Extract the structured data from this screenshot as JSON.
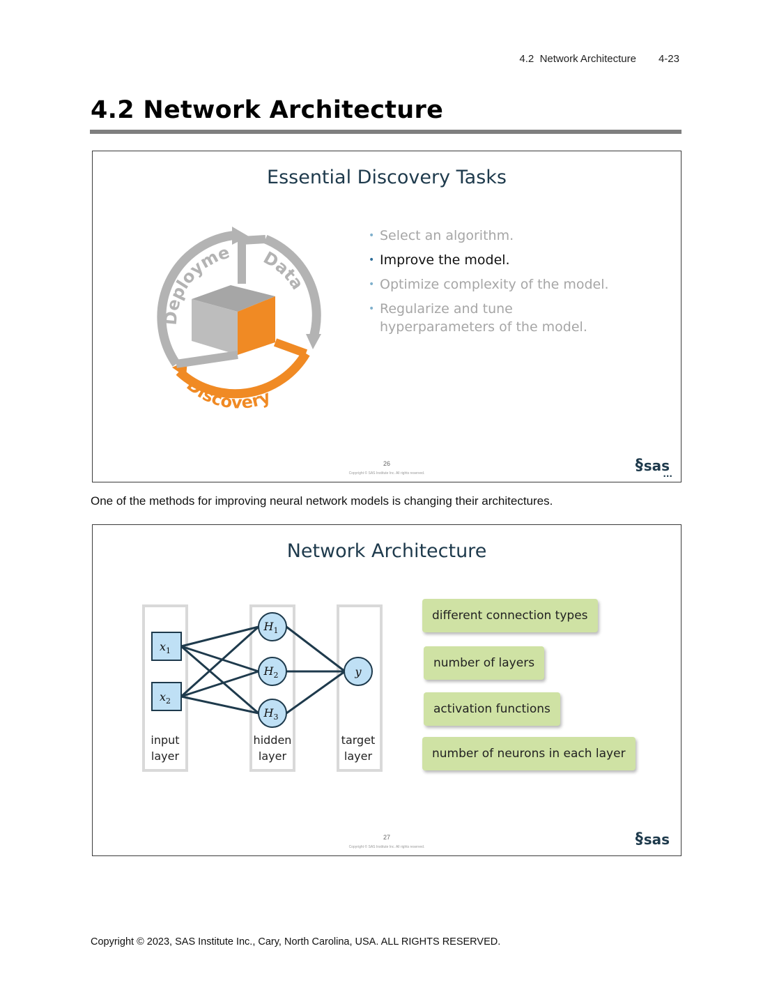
{
  "running_header": {
    "section": "4.2  Network Architecture",
    "page": "4-23"
  },
  "section_title": "4.2 Network Architecture",
  "slide1": {
    "title": "Essential Discovery Tasks",
    "cycle": {
      "deployment": "Deployment",
      "data": "Data",
      "discovery": "Discovery"
    },
    "bullets": [
      {
        "text": "Select an algorithm.",
        "state": "dim"
      },
      {
        "text": "Improve the model.",
        "state": "active"
      },
      {
        "text": "Optimize complexity of the model.",
        "state": "dim"
      },
      {
        "text": "Regularize and tune hyperparameters of the model.",
        "state": "dim"
      }
    ],
    "slide_number": "26",
    "copyright": "Copyright © SAS Institute Inc. All rights reserved.",
    "logo_text": "sas",
    "more_indicator": "..."
  },
  "body_text": "One of the methods for improving neural network models is changing their architectures.",
  "slide2": {
    "title": "Network Architecture",
    "diagram": {
      "input_nodes": [
        {
          "var": "x",
          "sub": "1"
        },
        {
          "var": "x",
          "sub": "2"
        }
      ],
      "hidden_nodes": [
        {
          "var": "H",
          "sub": "1"
        },
        {
          "var": "H",
          "sub": "2"
        },
        {
          "var": "H",
          "sub": "3"
        }
      ],
      "target_node": {
        "var": "y"
      },
      "input_label": [
        "input",
        "layer"
      ],
      "hidden_label": [
        "hidden",
        "layer"
      ],
      "target_label": [
        "target",
        "layer"
      ]
    },
    "chips": [
      "different connection types",
      "number of layers",
      "activation functions",
      "number of neurons in each layer"
    ],
    "slide_number": "27",
    "copyright": "Copyright © SAS Institute Inc. All rights reserved.",
    "logo_text": "sas"
  },
  "footer": "Copyright © 2023, SAS Institute Inc., Cary, North Carolina, USA. ALL RIGHTS RESERVED.",
  "colors": {
    "accent_orange": "#f08a24",
    "cycle_gray": "#b3b3b3",
    "node_fill": "#bfe0f5",
    "node_stroke": "#1e3a4c",
    "chip_green": "#cfe2a4",
    "title_navy": "#1e3a4c"
  }
}
